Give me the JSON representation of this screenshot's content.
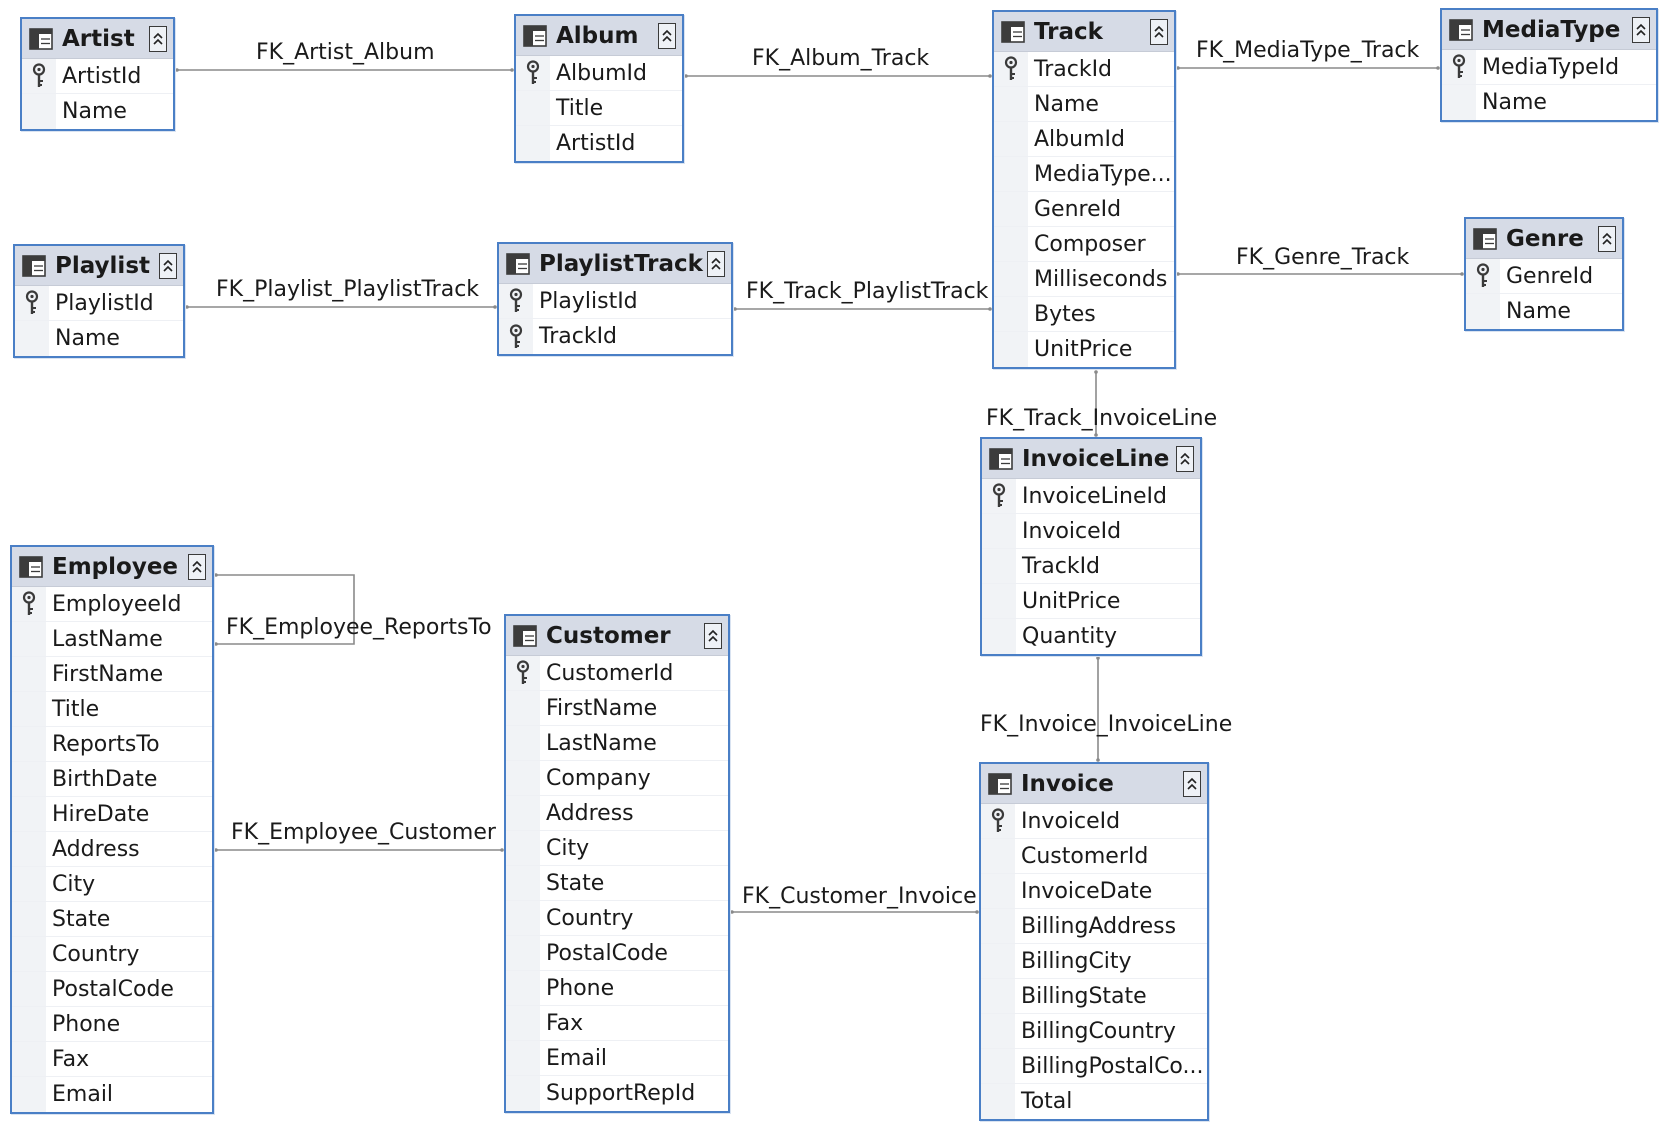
{
  "diagram": {
    "tables": [
      {
        "id": "artist",
        "name": "Artist",
        "fields": [
          {
            "name": "ArtistId",
            "pk": true
          },
          {
            "name": "Name",
            "pk": false
          }
        ]
      },
      {
        "id": "album",
        "name": "Album",
        "fields": [
          {
            "name": "AlbumId",
            "pk": true
          },
          {
            "name": "Title",
            "pk": false
          },
          {
            "name": "ArtistId",
            "pk": false
          }
        ]
      },
      {
        "id": "track",
        "name": "Track",
        "fields": [
          {
            "name": "TrackId",
            "pk": true
          },
          {
            "name": "Name",
            "pk": false
          },
          {
            "name": "AlbumId",
            "pk": false
          },
          {
            "name": "MediaType...",
            "pk": false
          },
          {
            "name": "GenreId",
            "pk": false
          },
          {
            "name": "Composer",
            "pk": false
          },
          {
            "name": "Milliseconds",
            "pk": false
          },
          {
            "name": "Bytes",
            "pk": false
          },
          {
            "name": "UnitPrice",
            "pk": false
          }
        ]
      },
      {
        "id": "mediatype",
        "name": "MediaType",
        "fields": [
          {
            "name": "MediaTypeId",
            "pk": true
          },
          {
            "name": "Name",
            "pk": false
          }
        ]
      },
      {
        "id": "playlist",
        "name": "Playlist",
        "fields": [
          {
            "name": "PlaylistId",
            "pk": true
          },
          {
            "name": "Name",
            "pk": false
          }
        ]
      },
      {
        "id": "playlisttrack",
        "name": "PlaylistTrack",
        "fields": [
          {
            "name": "PlaylistId",
            "pk": true
          },
          {
            "name": "TrackId",
            "pk": true
          }
        ]
      },
      {
        "id": "genre",
        "name": "Genre",
        "fields": [
          {
            "name": "GenreId",
            "pk": true
          },
          {
            "name": "Name",
            "pk": false
          }
        ]
      },
      {
        "id": "invoiceline",
        "name": "InvoiceLine",
        "fields": [
          {
            "name": "InvoiceLineId",
            "pk": true
          },
          {
            "name": "InvoiceId",
            "pk": false
          },
          {
            "name": "TrackId",
            "pk": false
          },
          {
            "name": "UnitPrice",
            "pk": false
          },
          {
            "name": "Quantity",
            "pk": false
          }
        ]
      },
      {
        "id": "employee",
        "name": "Employee",
        "fields": [
          {
            "name": "EmployeeId",
            "pk": true
          },
          {
            "name": "LastName",
            "pk": false
          },
          {
            "name": "FirstName",
            "pk": false
          },
          {
            "name": "Title",
            "pk": false
          },
          {
            "name": "ReportsTo",
            "pk": false
          },
          {
            "name": "BirthDate",
            "pk": false
          },
          {
            "name": "HireDate",
            "pk": false
          },
          {
            "name": "Address",
            "pk": false
          },
          {
            "name": "City",
            "pk": false
          },
          {
            "name": "State",
            "pk": false
          },
          {
            "name": "Country",
            "pk": false
          },
          {
            "name": "PostalCode",
            "pk": false
          },
          {
            "name": "Phone",
            "pk": false
          },
          {
            "name": "Fax",
            "pk": false
          },
          {
            "name": "Email",
            "pk": false
          }
        ]
      },
      {
        "id": "customer",
        "name": "Customer",
        "fields": [
          {
            "name": "CustomerId",
            "pk": true
          },
          {
            "name": "FirstName",
            "pk": false
          },
          {
            "name": "LastName",
            "pk": false
          },
          {
            "name": "Company",
            "pk": false
          },
          {
            "name": "Address",
            "pk": false
          },
          {
            "name": "City",
            "pk": false
          },
          {
            "name": "State",
            "pk": false
          },
          {
            "name": "Country",
            "pk": false
          },
          {
            "name": "PostalCode",
            "pk": false
          },
          {
            "name": "Phone",
            "pk": false
          },
          {
            "name": "Fax",
            "pk": false
          },
          {
            "name": "Email",
            "pk": false
          },
          {
            "name": "SupportRepId",
            "pk": false
          }
        ]
      },
      {
        "id": "invoice",
        "name": "Invoice",
        "fields": [
          {
            "name": "InvoiceId",
            "pk": true
          },
          {
            "name": "CustomerId",
            "pk": false
          },
          {
            "name": "InvoiceDate",
            "pk": false
          },
          {
            "name": "BillingAddress",
            "pk": false
          },
          {
            "name": "BillingCity",
            "pk": false
          },
          {
            "name": "BillingState",
            "pk": false
          },
          {
            "name": "BillingCountry",
            "pk": false
          },
          {
            "name": "BillingPostalCo...",
            "pk": false
          },
          {
            "name": "Total",
            "pk": false
          }
        ]
      }
    ],
    "relationships": [
      {
        "id": "fk-artist-album",
        "label": "FK_Artist_Album",
        "from": "artist",
        "to": "album"
      },
      {
        "id": "fk-album-track",
        "label": "FK_Album_Track",
        "from": "album",
        "to": "track"
      },
      {
        "id": "fk-mediatype-track",
        "label": "FK_MediaType_Track",
        "from": "track",
        "to": "mediatype"
      },
      {
        "id": "fk-playlist-playlisttrack",
        "label": "FK_Playlist_PlaylistTrack",
        "from": "playlist",
        "to": "playlisttrack"
      },
      {
        "id": "fk-track-playlisttrack",
        "label": "FK_Track_PlaylistTrack",
        "from": "playlisttrack",
        "to": "track"
      },
      {
        "id": "fk-genre-track",
        "label": "FK_Genre_Track",
        "from": "track",
        "to": "genre"
      },
      {
        "id": "fk-track-invoiceline",
        "label": "FK_Track_InvoiceLine",
        "from": "track",
        "to": "invoiceline"
      },
      {
        "id": "fk-invoice-invoiceline",
        "label": "FK_Invoice_InvoiceLine",
        "from": "invoiceline",
        "to": "invoice"
      },
      {
        "id": "fk-employee-reportsto",
        "label": "FK_Employee_ReportsTo",
        "from": "employee",
        "to": "employee"
      },
      {
        "id": "fk-employee-customer",
        "label": "FK_Employee_Customer",
        "from": "employee",
        "to": "customer"
      },
      {
        "id": "fk-customer-invoice",
        "label": "FK_Customer_Invoice",
        "from": "customer",
        "to": "invoice"
      }
    ]
  },
  "colors": {
    "table_border": "#4a7fc6",
    "header_bg": "#d6dbe6",
    "connector": "#8a8a8a"
  },
  "icons": {
    "table": "table-grid-icon",
    "primary_key": "key-icon",
    "collapse": "collapse-chevrons-icon"
  }
}
